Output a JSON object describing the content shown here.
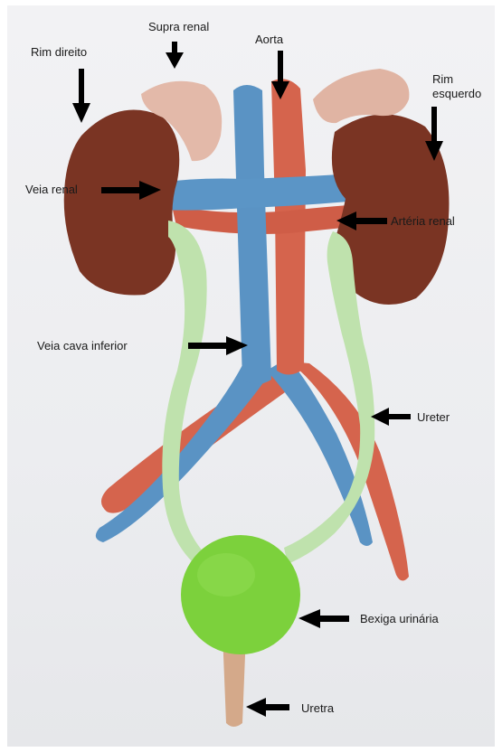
{
  "labels": {
    "supra_renal": "Supra renal",
    "aorta": "Aorta",
    "rim_direito": "Rim direito",
    "rim_esquerdo_line1": "Rim",
    "rim_esquerdo_line2": "esquerdo",
    "veia_renal": "Veia renal",
    "arteria_renal": "Artéria renal",
    "veia_cava_inferior": "Veia cava inferior",
    "ureter": "Ureter",
    "bexiga_urinaria": "Bexiga urinária",
    "uretra": "Uretra"
  },
  "colors": {
    "kidney": "#7a3423",
    "adrenal": "#e3b9a9",
    "vein": "#5a93c4",
    "artery": "#d5644d",
    "ureter": "#bfe2ad",
    "bladder": "#7cd13c",
    "urethra": "#d4a98a",
    "arrow": "#000000"
  }
}
